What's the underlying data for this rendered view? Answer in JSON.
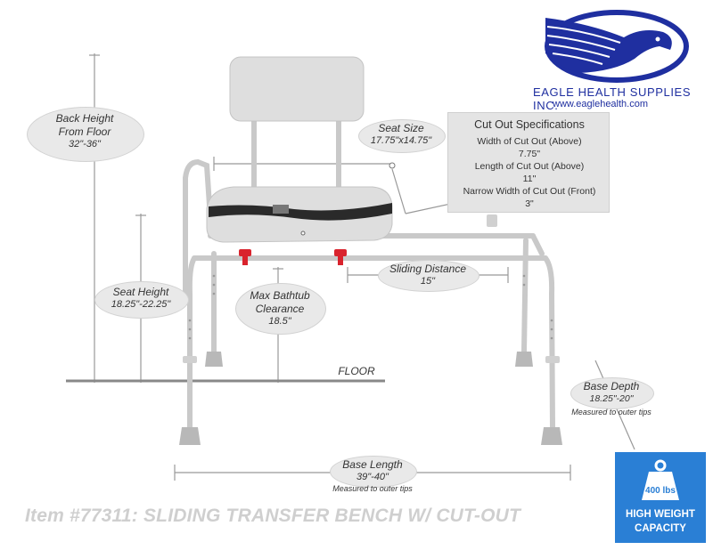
{
  "brand": {
    "name": "EAGLE HEALTH SUPPLIES INC.",
    "url": "www.eaglehealth.com",
    "logo_icon": "eagle-logo-icon",
    "logo_color": "#1f2fa0"
  },
  "labels": {
    "back_height": {
      "title1": "Back Height",
      "title2": "From Floor",
      "value": "32\"-36\""
    },
    "seat_size": {
      "title": "Seat Size",
      "value": "17.75\"x14.75\""
    },
    "seat_height": {
      "title": "Seat Height",
      "value": "18.25\"-22.25\""
    },
    "max_bathtub": {
      "title1": "Max Bathtub",
      "title2": "Clearance",
      "value": "18.5\""
    },
    "sliding_distance": {
      "title": "Sliding Distance",
      "value": "15\""
    },
    "floor": "FLOOR",
    "base_depth": {
      "title": "Base Depth",
      "value": "18.25\"-20\"",
      "note": "Measured to outer tips"
    },
    "base_length": {
      "title": "Base Length",
      "value": "39\"-40\"",
      "note": "Measured to outer tips"
    }
  },
  "cutout_specs": {
    "title": "Cut Out Specifications",
    "width_label": "Width of Cut Out (Above)",
    "width_value": "7.75\"",
    "length_label": "Length of Cut Out (Above)",
    "length_value": "11\"",
    "narrow_label": "Narrow Width of Cut Out (Front)",
    "narrow_value": "3\""
  },
  "item_title": "Item #77311: SLIDING TRANSFER BENCH W/ CUT-OUT",
  "badge": {
    "icon": "weight-icon",
    "weight": "400 lbs",
    "line1": "HIGH WEIGHT",
    "line2": "CAPACITY",
    "color": "#2a7fd5"
  },
  "colors": {
    "frame": "#c9c9c9",
    "seat": "#dedede",
    "knob": "#d9232d",
    "bubble": "#e9e9e9"
  }
}
